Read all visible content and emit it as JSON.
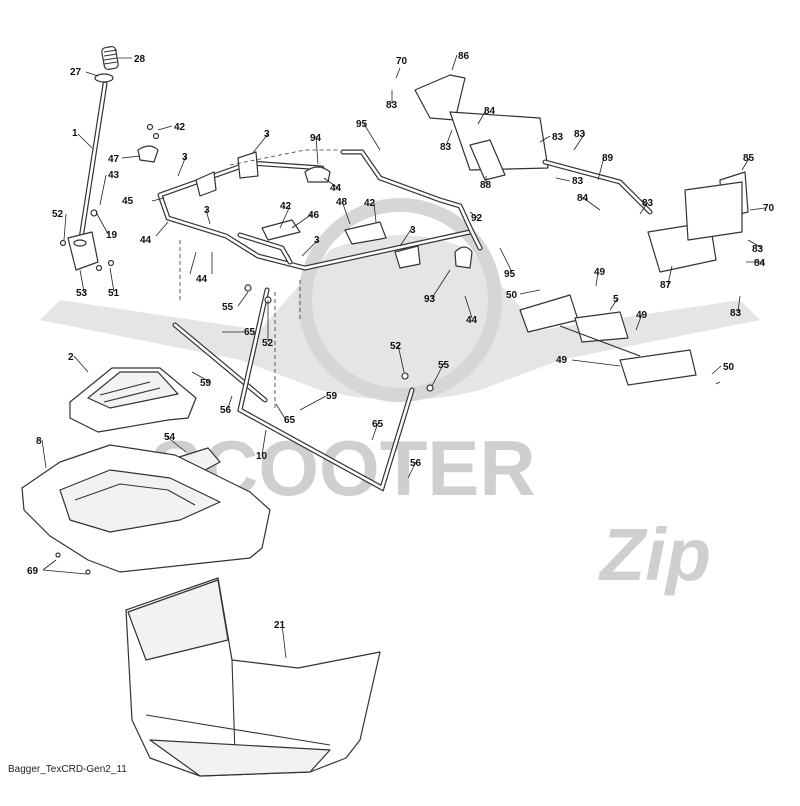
{
  "caption": "Bagger_TexCRD-Gen2_11",
  "watermark": {
    "brand": "SCOOTER",
    "script": "Zip"
  },
  "callouts": {
    "c28": "28",
    "c27": "27",
    "c1": "1",
    "c43": "43",
    "c52a": "52",
    "c19": "19",
    "c53": "53",
    "c51": "51",
    "c42a": "42",
    "c47": "47",
    "c3a": "3",
    "c3b": "3",
    "c45": "45",
    "c44a": "44",
    "c3c": "3",
    "c44b": "44",
    "c94": "94",
    "c44c": "44",
    "c95a": "95",
    "c42b": "42",
    "c46": "46",
    "c48": "48",
    "c42c": "42",
    "c3d": "3",
    "c3e": "3",
    "c92": "92",
    "c95b": "95",
    "c93": "93",
    "c44d": "44",
    "c55a": "55",
    "c65a": "65",
    "c52b": "52",
    "c59a": "59",
    "c56a": "56",
    "c65b": "65",
    "c59b": "59",
    "c52c": "52",
    "c55b": "55",
    "c65c": "65",
    "c10": "10",
    "c56b": "56",
    "c70a": "70",
    "c86": "86",
    "c83a": "83",
    "c84a": "84",
    "c83b": "83",
    "c83c": "83",
    "c83d": "83",
    "c88": "88",
    "c89": "89",
    "c83e": "83",
    "c85": "85",
    "c84b": "84",
    "c83f": "83",
    "c70b": "70",
    "c83g": "83",
    "c84c": "84",
    "c87": "87",
    "c83h": "83",
    "c49a": "49",
    "c50a": "50",
    "c5": "5",
    "c49b": "49",
    "c49c": "49",
    "c50b": "50",
    "c2": "2",
    "c54": "54",
    "c8": "8",
    "c69": "69",
    "c21": "21"
  }
}
